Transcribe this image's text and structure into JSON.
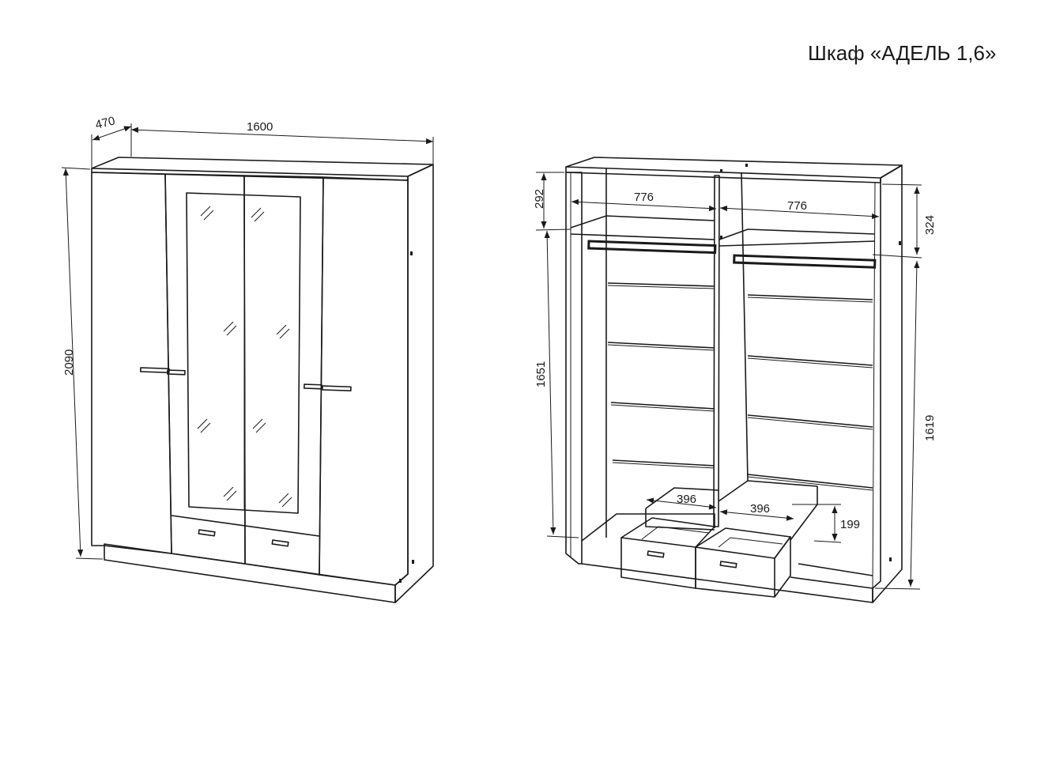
{
  "title": "Шкаф «АДЕЛЬ 1,6»",
  "front_view": {
    "depth": "470",
    "width": "1600",
    "height": "2090"
  },
  "interior_view": {
    "top_compartment_height": "292",
    "left_section_width": "776",
    "right_section_width": "776",
    "right_top_height": "324",
    "left_hanging_height": "1651",
    "right_hanging_height": "1619",
    "left_drawer_width": "396",
    "right_drawer_width": "396",
    "drawer_height": "199"
  }
}
